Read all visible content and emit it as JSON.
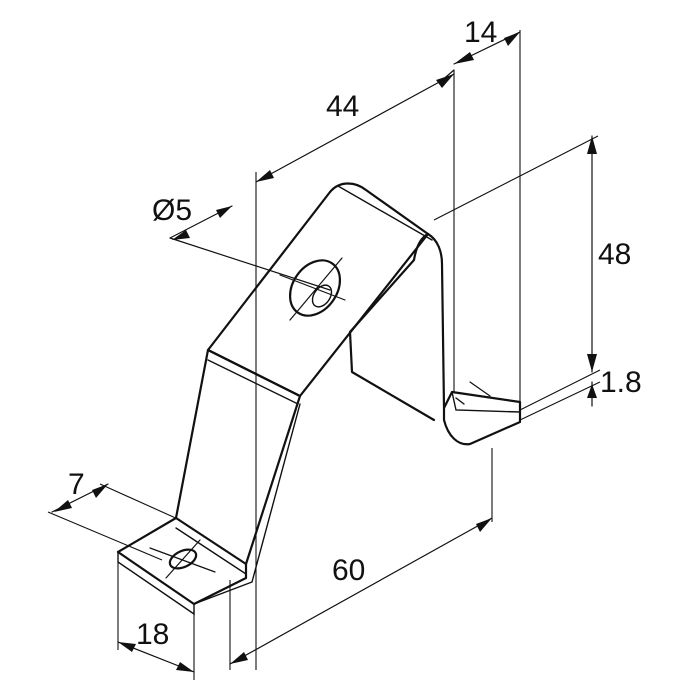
{
  "drawing": {
    "dimensions": {
      "top_length": "44",
      "top_width": "14",
      "hole_diameter": "Ø5",
      "height": "48",
      "thickness": "1.8",
      "foot_hole_offset": "7",
      "foot_width": "18",
      "base_length": "60"
    }
  }
}
